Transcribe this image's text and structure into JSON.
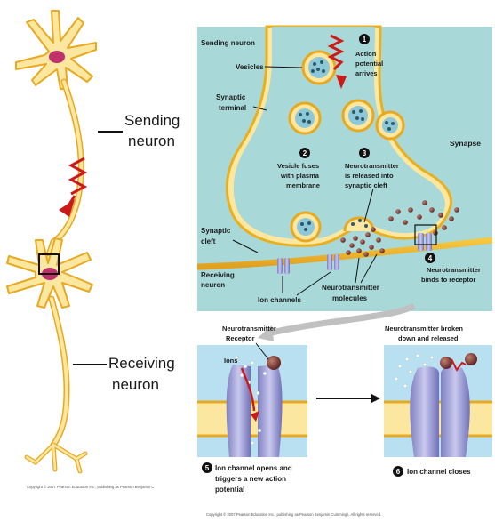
{
  "labels": {
    "sending_neuron_big": [
      "Sending",
      "neuron"
    ],
    "receiving_neuron_big": [
      "Receiving",
      "neuron"
    ],
    "sending_neuron": "Sending neuron",
    "vesicles": "Vesicles",
    "synaptic_terminal": [
      "Synaptic",
      "terminal"
    ],
    "synapse": "Synapse",
    "synaptic_cleft": [
      "Synaptic",
      "cleft"
    ],
    "receiving_neuron_small": [
      "Receiving",
      "neuron"
    ],
    "ion_channels": "Ion channels",
    "nt_molecules": [
      "Neurotransmitter",
      "molecules"
    ],
    "nt_receptor": [
      "Neurotransmitter",
      "Receptor"
    ],
    "ions": "Ions",
    "nt_broken": [
      "Neurotransmitter broken",
      "down and released"
    ]
  },
  "steps": [
    {
      "num": "1",
      "text": [
        "Action",
        "potential",
        "arrives"
      ]
    },
    {
      "num": "2",
      "text": [
        "Vesicle fuses",
        "with plasma",
        "membrane"
      ]
    },
    {
      "num": "3",
      "text": [
        "Neurotransmitter",
        "is released into",
        "synaptic cleft"
      ]
    },
    {
      "num": "4",
      "text": [
        "Neurotransmitter",
        "binds to receptor"
      ]
    },
    {
      "num": "5",
      "text": [
        "Ion channel opens and",
        "triggers a new action",
        "potential"
      ]
    },
    {
      "num": "6",
      "text": [
        "Ion channel closes"
      ]
    }
  ],
  "copyright": {
    "left": "Copyright © 2007 Pearson Education Inc., publishing as Pearson Benjamin C",
    "bottom": "Copyright © 2007 Pearson Education Inc., publishing as Pearson Benjamin Cummings. All rights reserved."
  },
  "colors": {
    "cleft_bg": "#a8d8d8",
    "panel_bg": "#b8e0f0",
    "neuron_fill": "#fbe7a0",
    "neuron_stroke": "#e8a820",
    "nucleus": "#c0306a",
    "signal": "#cc1a1a",
    "channel": "#a8a8d8",
    "nt_molecule": "#6b2b2b"
  }
}
